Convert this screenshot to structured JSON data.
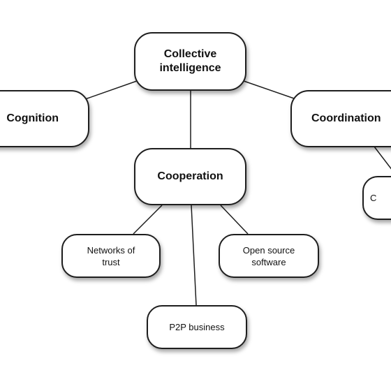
{
  "diagram": {
    "nodes": [
      {
        "id": "collective",
        "label": "Collective\nintelligence",
        "style": "bold"
      },
      {
        "id": "cognition",
        "label": "Cognition",
        "style": "bold"
      },
      {
        "id": "coordination",
        "label": "Coordination",
        "style": "bold"
      },
      {
        "id": "cooperation",
        "label": "Cooperation",
        "style": "bold"
      },
      {
        "id": "networks",
        "label": "Networks of\ntrust",
        "style": "light"
      },
      {
        "id": "opensource",
        "label": "Open source\nsoftware",
        "style": "light"
      },
      {
        "id": "p2p",
        "label": "P2P business",
        "style": "light"
      },
      {
        "id": "partial",
        "label": "C",
        "style": "light"
      }
    ],
    "edges": [
      [
        "collective",
        "cognition"
      ],
      [
        "collective",
        "coordination"
      ],
      [
        "collective",
        "cooperation"
      ],
      [
        "cooperation",
        "networks"
      ],
      [
        "cooperation",
        "opensource"
      ],
      [
        "cooperation",
        "p2p"
      ],
      [
        "coordination",
        "partial"
      ]
    ],
    "colors": {
      "line": "#1e1e1e",
      "node_fill": "#ffffff",
      "text": "#111111"
    }
  }
}
